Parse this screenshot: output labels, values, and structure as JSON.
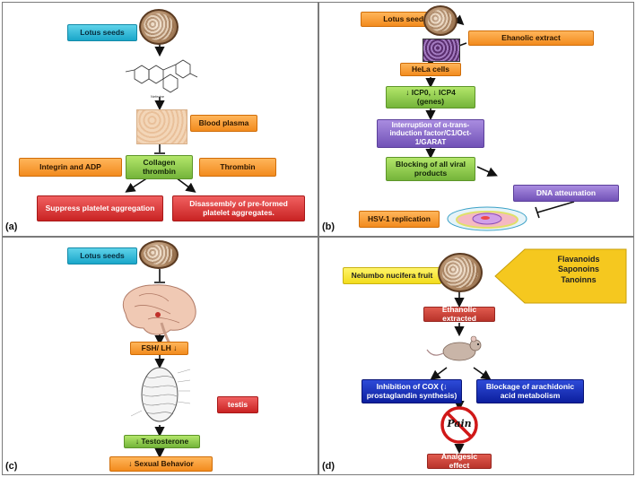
{
  "panel_a": {
    "label": "(a)",
    "lotus_seeds": "Lotus seeds",
    "blood_plasma": "Blood plasma",
    "integrin_adp": "Integrin and ADP",
    "collagen_thrombin": "Collagen thrombin",
    "thrombin": "Thrombin",
    "suppress_platelet": "Suppress platelet aggregation",
    "disassembly": "Disassembly of pre-formed platelet aggregates."
  },
  "panel_b": {
    "label": "(b)",
    "lotus_seeds": "Lotus  seeds",
    "ethanolic_extract": "Ehanolic extract",
    "hela_cells": "HeLa cells",
    "icp_genes_line1": "↓ ICP0, ↓ ICP4",
    "icp_genes_line2": "(genes)",
    "interruption": "Interruption of α-trans-induction factor/C1/Oct-1/GARAT",
    "blocking": "Blocking of all viral products",
    "dna_attenuation": "DNA atteunation",
    "hsv_replication": "HSV-1 replication"
  },
  "panel_c": {
    "label": "(c)",
    "lotus_seeds": "Lotus seeds",
    "fsh_lh": "FSH/ LH ↓",
    "testis": "testis",
    "testosterone": "↓ Testosterone",
    "sexual_behavior": "↓ Sexual Behavior"
  },
  "panel_d": {
    "label": "(d)",
    "nelumbo": "Nelumbo nucifera fruit",
    "flavanoids": "Flavanoids",
    "saponoins": "Saponoins",
    "tanoinns": "Tanoinns",
    "ethanolic_extracted": "Ethanolic extracted",
    "inhibition_cox": "Inhibition of COX (↓ prostaglandin synthesis)",
    "blockage": "Blockage of arachidonic acid metabolism",
    "pain": "Pain",
    "analgesic": "Analgesic effect"
  },
  "colors": {
    "cyan": "#1aa6c9",
    "orange": "#f28b1e",
    "green": "#74b43a",
    "red": "#c92323",
    "purple": "#7152b7",
    "yellow": "#f2dc1c",
    "blue": "#0c1f9e"
  }
}
